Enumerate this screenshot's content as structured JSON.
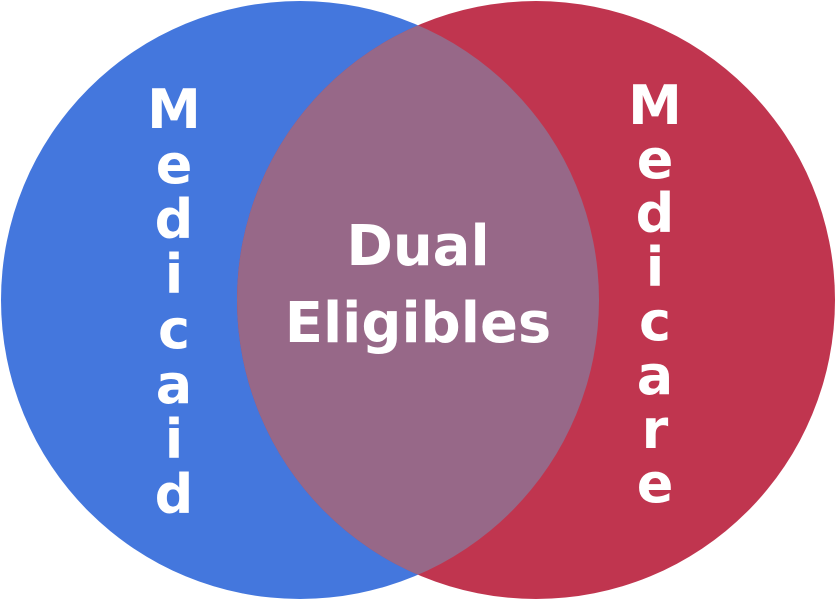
{
  "diagram": {
    "left_set": {
      "label": "Medicaid",
      "color": "#4477DD"
    },
    "right_set": {
      "label": "Medicare",
      "color": "#C0354F"
    },
    "intersection": {
      "line1": "Dual",
      "line2": "Eligibles",
      "color": "#976888"
    }
  }
}
